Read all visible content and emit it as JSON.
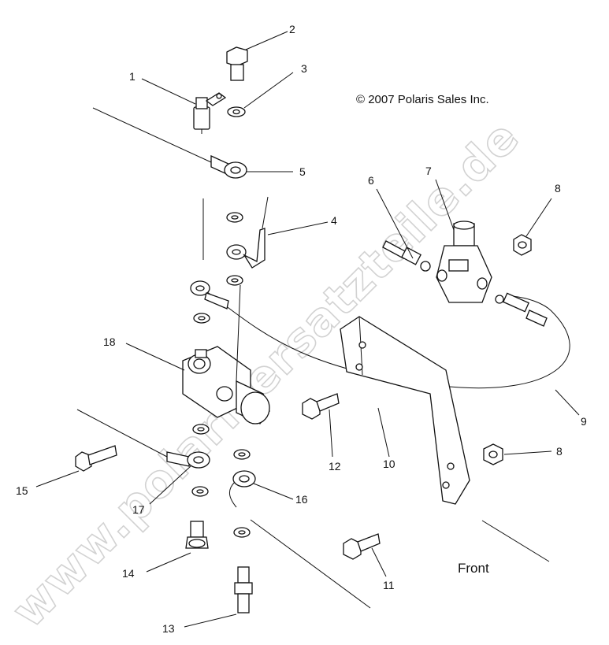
{
  "watermark": "www.polarisersatzteile.de",
  "copyright": "© 2007 Polaris Sales Inc.",
  "front_label": "Front",
  "callouts": [
    "1",
    "2",
    "3",
    "4",
    "5",
    "6",
    "7",
    "8",
    "8",
    "9",
    "10",
    "11",
    "12",
    "13",
    "14",
    "15",
    "16",
    "17",
    "18"
  ]
}
